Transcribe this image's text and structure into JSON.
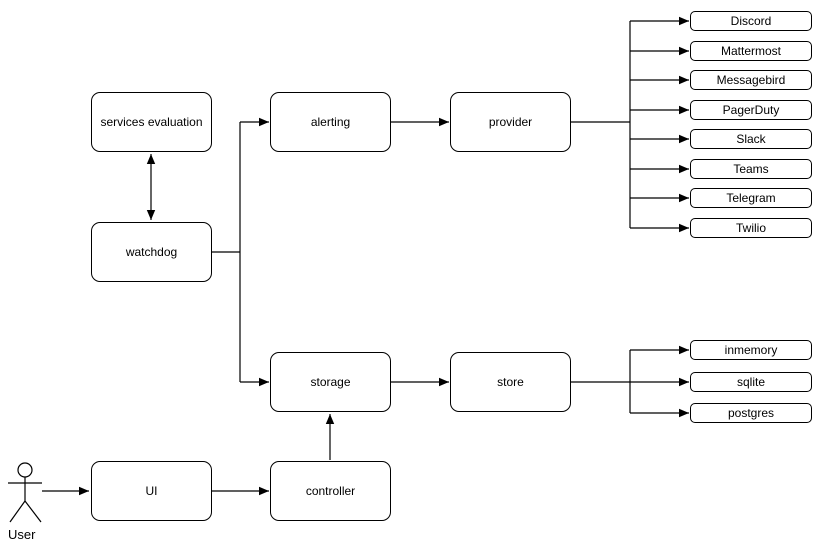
{
  "diagram": {
    "background_color": "#ffffff",
    "stroke_color": "#000000",
    "nodes": {
      "services_evaluation": "services evaluation",
      "watchdog": "watchdog",
      "alerting": "alerting",
      "provider": "provider",
      "storage": "storage",
      "store": "store",
      "ui": "UI",
      "controller": "controller"
    },
    "providers": [
      "Discord",
      "Mattermost",
      "Messagebird",
      "PagerDuty",
      "Slack",
      "Teams",
      "Telegram",
      "Twilio"
    ],
    "stores": [
      "inmemory",
      "sqlite",
      "postgres"
    ],
    "actor": "User",
    "edges": [
      {
        "from": "services evaluation",
        "to": "watchdog",
        "arrow": "both"
      },
      {
        "from": "watchdog",
        "to": "alerting",
        "arrow": "end"
      },
      {
        "from": "watchdog",
        "to": "storage",
        "arrow": "end"
      },
      {
        "from": "alerting",
        "to": "provider",
        "arrow": "end"
      },
      {
        "from": "provider",
        "to": "Discord",
        "arrow": "end"
      },
      {
        "from": "provider",
        "to": "Mattermost",
        "arrow": "end"
      },
      {
        "from": "provider",
        "to": "Messagebird",
        "arrow": "end"
      },
      {
        "from": "provider",
        "to": "PagerDuty",
        "arrow": "end"
      },
      {
        "from": "provider",
        "to": "Slack",
        "arrow": "end"
      },
      {
        "from": "provider",
        "to": "Teams",
        "arrow": "end"
      },
      {
        "from": "provider",
        "to": "Telegram",
        "arrow": "end"
      },
      {
        "from": "provider",
        "to": "Twilio",
        "arrow": "end"
      },
      {
        "from": "storage",
        "to": "store",
        "arrow": "end"
      },
      {
        "from": "store",
        "to": "inmemory",
        "arrow": "end"
      },
      {
        "from": "store",
        "to": "sqlite",
        "arrow": "end"
      },
      {
        "from": "store",
        "to": "postgres",
        "arrow": "end"
      },
      {
        "from": "controller",
        "to": "storage",
        "arrow": "end"
      },
      {
        "from": "UI",
        "to": "controller",
        "arrow": "end"
      },
      {
        "from": "User",
        "to": "UI",
        "arrow": "end"
      }
    ]
  }
}
